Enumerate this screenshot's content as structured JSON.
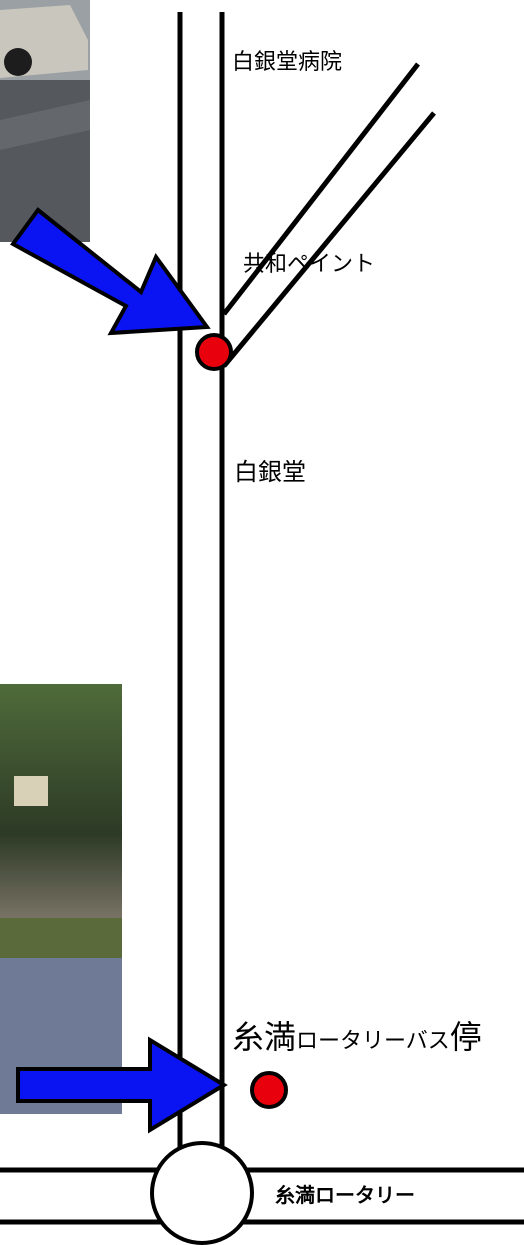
{
  "labels": {
    "hospital": "白銀堂病院",
    "kyowa_paint": "共和ペイント",
    "hakugindo": "白銀堂",
    "bus_stop_main": "糸満",
    "bus_stop_small": "ロータリーバス",
    "bus_stop_end": "停",
    "rotary": "糸満ロータリー"
  },
  "colors": {
    "marker": "#e8000c",
    "arrow": "#0a14f2",
    "road": "#000000"
  },
  "icons": {
    "marker": "red-dot-marker",
    "arrow": "blue-pointer-arrow"
  }
}
